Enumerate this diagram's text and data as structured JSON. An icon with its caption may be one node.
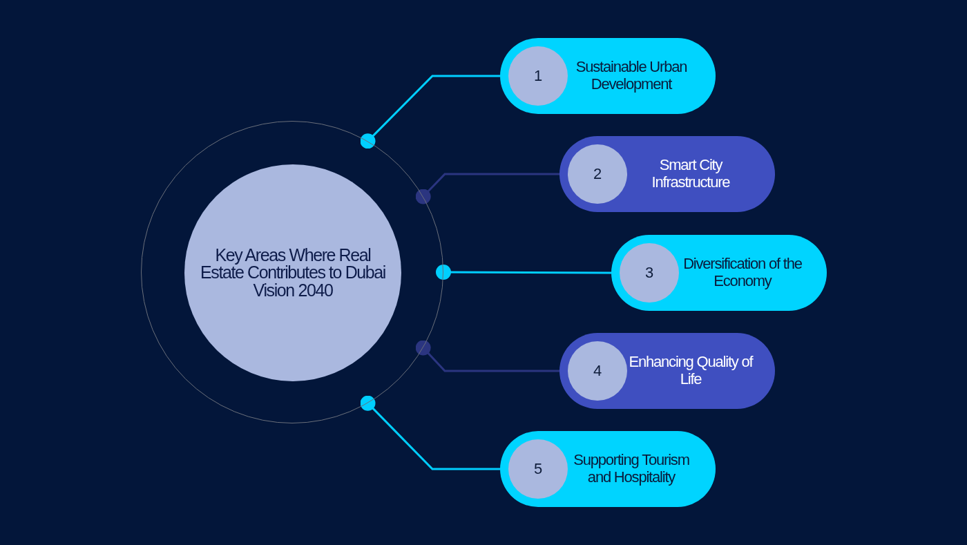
{
  "diagram": {
    "nodes": [
      {
        "text": [],
        "shape": "circle"
      },
      {
        "text": [
          "Key Areas Where Real Estate Contributes to Dubai Vision 2040"
        ],
        "in": 0
      },
      {
        "text": [
          "Sustainable Urban Development"
        ]
      },
      {
        "text": [
          "1"
        ],
        "in": 2
      },
      {
        "text": [
          "Smart City Infrastructure"
        ]
      },
      {
        "text": [
          "2"
        ],
        "in": 4
      },
      {
        "text": [
          "Diversification of the Economy"
        ]
      },
      {
        "text": [
          "3"
        ],
        "in": 6
      },
      {
        "text": [
          "Enhancing Quality of Life"
        ]
      },
      {
        "text": [
          "4"
        ],
        "in": 8
      },
      {
        "text": [
          "Supporting Tourism and Hospitality"
        ]
      },
      {
        "text": [
          "5"
        ],
        "in": 10
      }
    ],
    "edges": [
      {
        "from": 0,
        "to": 2,
        "arrow": "other"
      },
      {
        "from": 0,
        "to": 4,
        "arrow": "other",
        "color": "#2b3580"
      },
      {
        "from": 0,
        "to": 6,
        "arrow": "other"
      },
      {
        "from": 0,
        "to": 8,
        "arrow": "other",
        "color": "#2b3580"
      },
      {
        "from": 0,
        "to": 10,
        "arrow": "other"
      }
    ]
  }
}
